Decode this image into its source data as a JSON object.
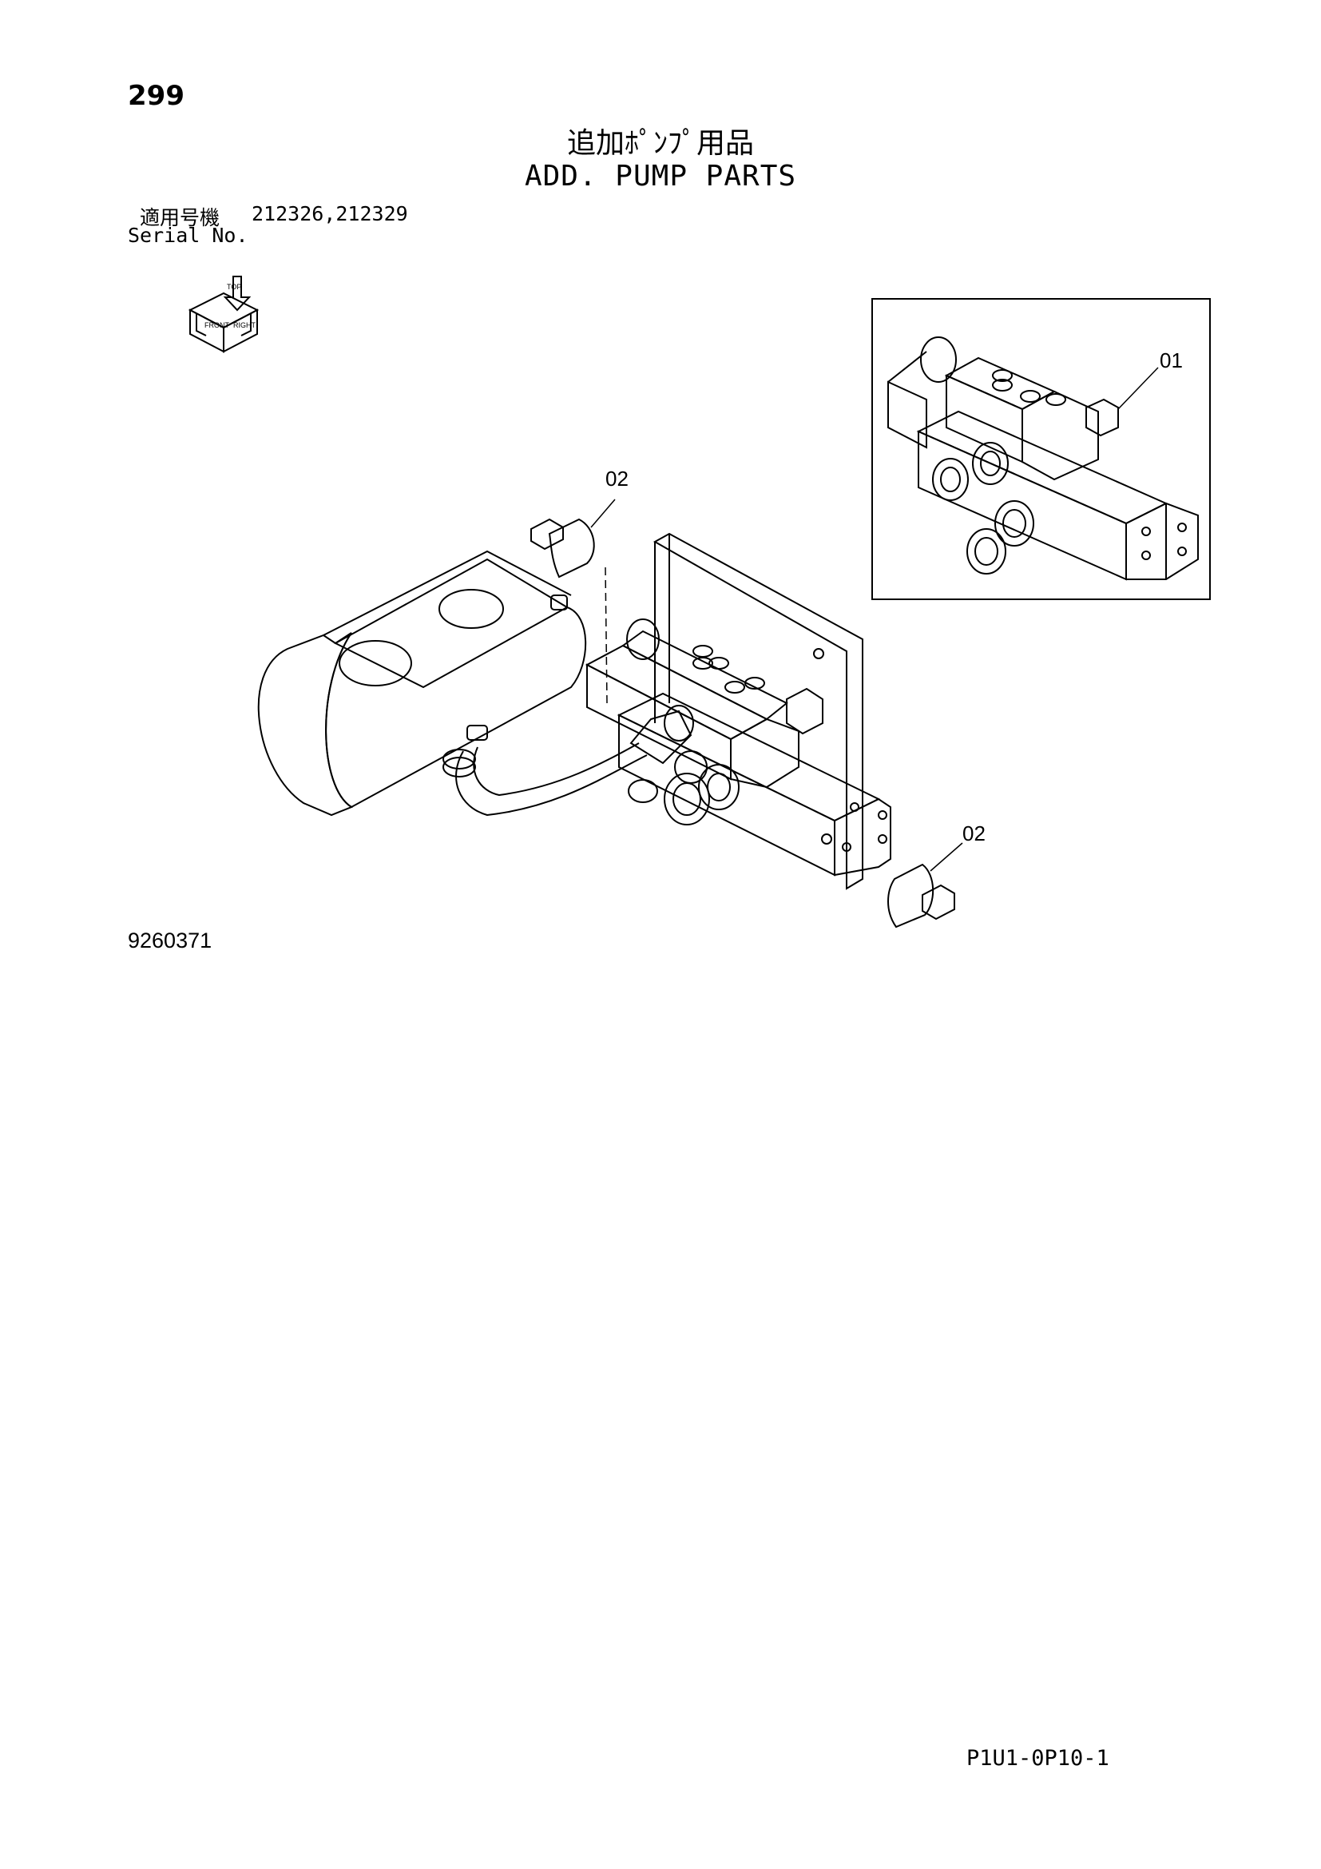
{
  "page": {
    "number": "299",
    "title_jp": "追加ﾎﾟﾝﾌﾟ用品",
    "title_en": "ADD. PUMP PARTS",
    "serial_label_jp": "適用号機",
    "serial_values": "212326,212329",
    "serial_label_en": "Serial No.",
    "figure_id": "9260371",
    "page_code": "P1U1-0P10-1"
  },
  "orientation": {
    "labels": [
      "TOP",
      "FRONT",
      "RIGHT"
    ]
  },
  "callouts": {
    "inset_part": "01",
    "plug_top": "02",
    "plug_bottom": "02"
  }
}
